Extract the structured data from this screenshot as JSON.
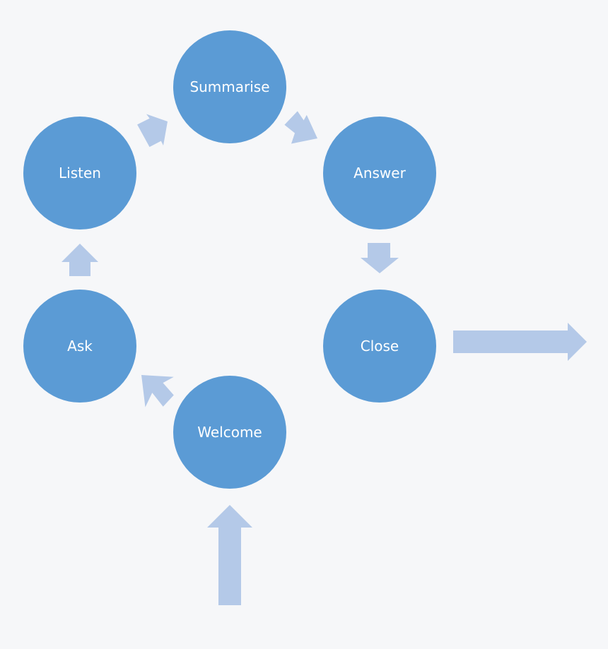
{
  "colors": {
    "background": "#f6f7f9",
    "node_fill": "#5b9bd5",
    "node_text": "#ffffff",
    "arrow_fill": "#b4c9e8"
  },
  "nodes": {
    "summarise": {
      "label": "Summarise"
    },
    "listen": {
      "label": "Listen"
    },
    "answer": {
      "label": "Answer"
    },
    "ask": {
      "label": "Ask"
    },
    "close": {
      "label": "Close"
    },
    "welcome": {
      "label": "Welcome"
    }
  },
  "flow": [
    {
      "from": "entry",
      "to": "welcome"
    },
    {
      "from": "welcome",
      "to": "ask"
    },
    {
      "from": "ask",
      "to": "listen"
    },
    {
      "from": "listen",
      "to": "summarise"
    },
    {
      "from": "summarise",
      "to": "answer"
    },
    {
      "from": "answer",
      "to": "close"
    },
    {
      "from": "close",
      "to": "exit"
    }
  ]
}
